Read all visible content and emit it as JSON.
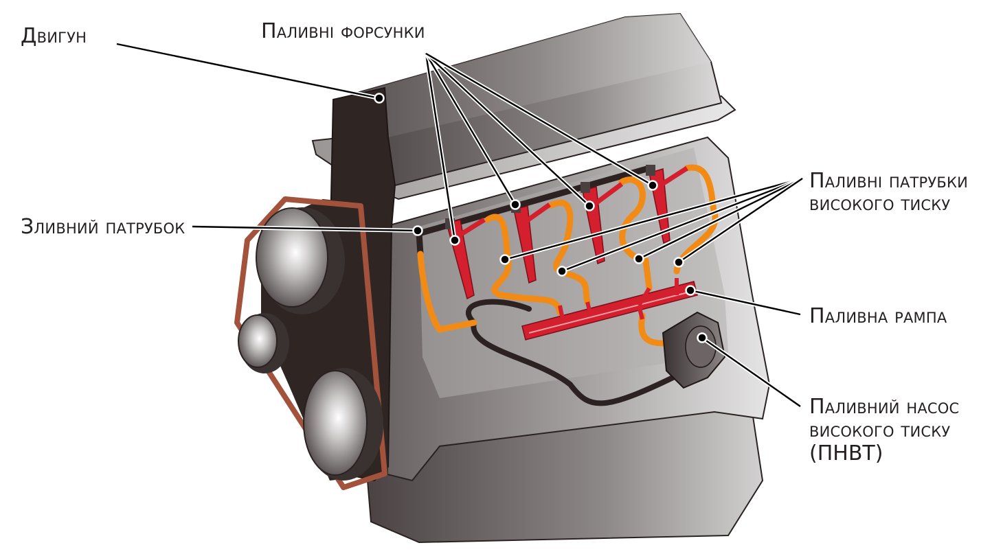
{
  "labels": {
    "engine": "Двигун",
    "injectors": "Паливні форсунки",
    "return_line": "Зливний патрубок",
    "hp_lines_1": "Паливні патрубки",
    "hp_lines_2": "високого тиску",
    "rail": "Паливна рампа",
    "pump_1": "Паливний насос",
    "pump_2": "високого тиску",
    "pump_3": "(ПНВТ)"
  },
  "colors": {
    "hp_lines": "#f28a16",
    "rail": "#d31f2e",
    "return_line": "#2b2221",
    "belt": "#a3523c",
    "block_dark": "#2f2523"
  }
}
